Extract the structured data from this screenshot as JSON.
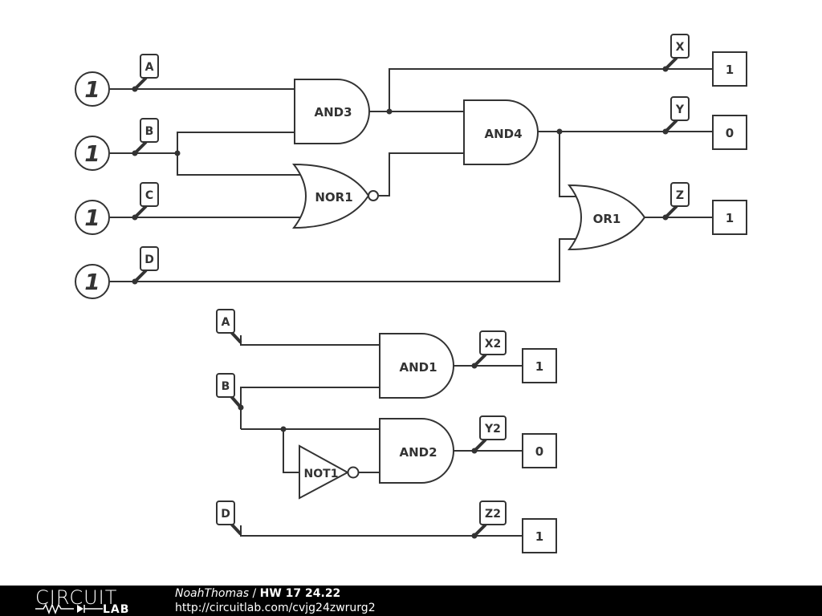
{
  "inputs": [
    {
      "value": "1",
      "label": "A"
    },
    {
      "value": "1",
      "label": "B"
    },
    {
      "value": "1",
      "label": "C"
    },
    {
      "value": "1",
      "label": "D"
    }
  ],
  "gates": {
    "and3": "AND3",
    "and4": "AND4",
    "nor1": "NOR1",
    "or1": "OR1",
    "and1": "AND1",
    "and2": "AND2",
    "not1": "NOT1"
  },
  "probes": {
    "x": {
      "label": "X",
      "value": "1"
    },
    "y": {
      "label": "Y",
      "value": "0"
    },
    "z": {
      "label": "Z",
      "value": "1"
    },
    "x2": {
      "label": "X2",
      "value": "1"
    },
    "y2": {
      "label": "Y2",
      "value": "0"
    },
    "z2": {
      "label": "Z2",
      "value": "1"
    }
  },
  "lower_labels": {
    "a": "A",
    "b": "B",
    "d": "D"
  },
  "footer": {
    "logo_top": "CIRCUIT",
    "logo_bottom": "LAB",
    "author": "NoahThomas",
    "separator": " / ",
    "title": "HW 17 24.22",
    "url": "http://circuitlab.com/cvjg24zwrurg2"
  },
  "colors": {
    "line": "#333333",
    "background": "#ffffff",
    "footer": "#000000"
  }
}
